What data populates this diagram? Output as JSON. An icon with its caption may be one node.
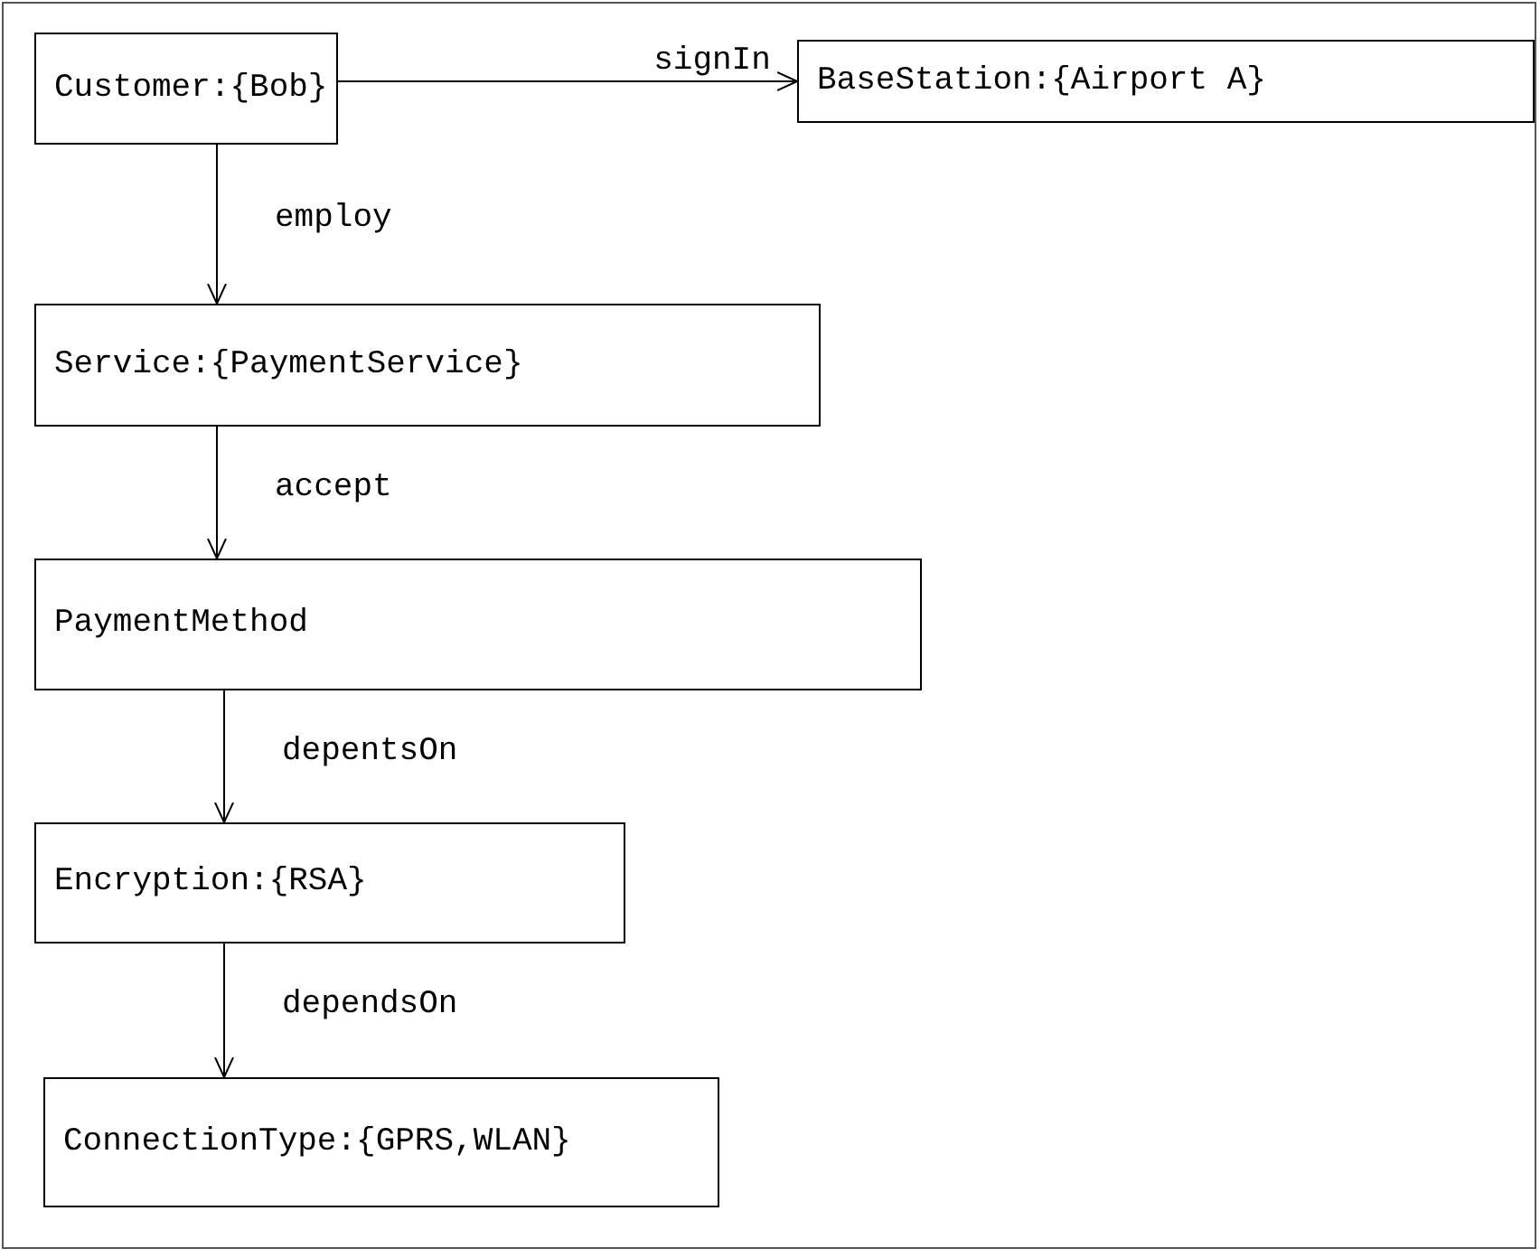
{
  "diagram": {
    "nodes": [
      {
        "text": [
          "Customer:{Bob}"
        ]
      },
      {
        "text": [
          "BaseStation:{Airport A}"
        ]
      },
      {
        "text": [
          "Service:{PaymentService}"
        ]
      },
      {
        "text": [
          "PaymentMethod"
        ]
      },
      {
        "text": [
          "Encryption:{RSA}"
        ]
      },
      {
        "text": [
          "ConnectionType:{GPRS,WLAN}"
        ]
      }
    ],
    "edges": [
      {
        "from": 0,
        "to": 1,
        "arrow": "to",
        "label": "signIn"
      },
      {
        "from": 0,
        "to": 2,
        "arrow": "to",
        "label": "employ"
      },
      {
        "from": 2,
        "to": 3,
        "arrow": "to",
        "label": "accept"
      },
      {
        "from": 3,
        "to": 4,
        "arrow": "to",
        "label": "depentsOn"
      },
      {
        "from": 4,
        "to": 5,
        "arrow": "to",
        "label": "dependsOn"
      }
    ]
  }
}
